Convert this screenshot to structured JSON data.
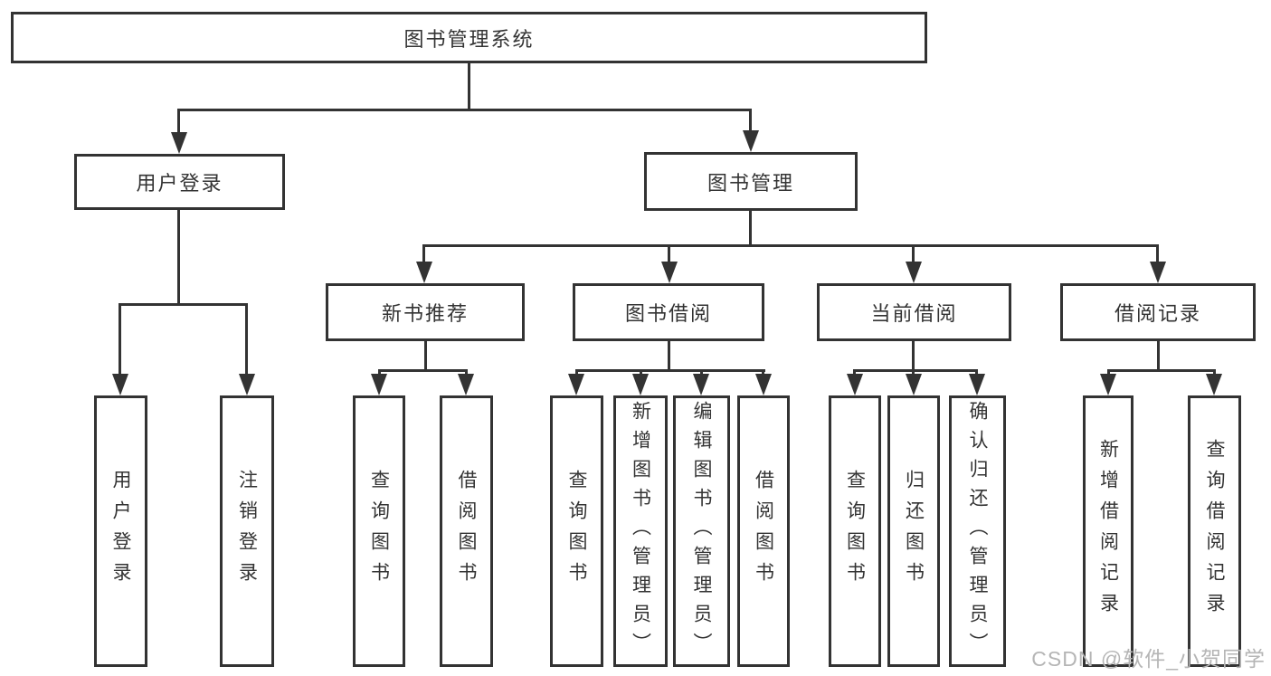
{
  "tree": {
    "label": "图书管理系统",
    "children": [
      {
        "label": "用户登录",
        "children": [
          {
            "label": "用户登录"
          },
          {
            "label": "注销登录"
          }
        ]
      },
      {
        "label": "图书管理",
        "children": [
          {
            "label": "新书推荐",
            "children": [
              {
                "label": "查询图书"
              },
              {
                "label": "借阅图书"
              }
            ]
          },
          {
            "label": "图书借阅",
            "children": [
              {
                "label": "查询图书"
              },
              {
                "label": "新增图书（管理员）"
              },
              {
                "label": "编辑图书（管理员）"
              },
              {
                "label": "借阅图书"
              }
            ]
          },
          {
            "label": "当前借阅",
            "children": [
              {
                "label": "查询图书"
              },
              {
                "label": "归还图书"
              },
              {
                "label": "确认归还（管理员）"
              }
            ]
          },
          {
            "label": "借阅记录",
            "children": [
              {
                "label": "新增借阅记录"
              },
              {
                "label": "查询借阅记录"
              }
            ]
          }
        ]
      }
    ]
  },
  "watermark": {
    "text": "CSDN @软件_小贺同学"
  },
  "colors": {
    "line": "#333333",
    "box_border": "#333333",
    "text": "#333333",
    "background": "#ffffff",
    "watermark": "#b5b5b5"
  }
}
